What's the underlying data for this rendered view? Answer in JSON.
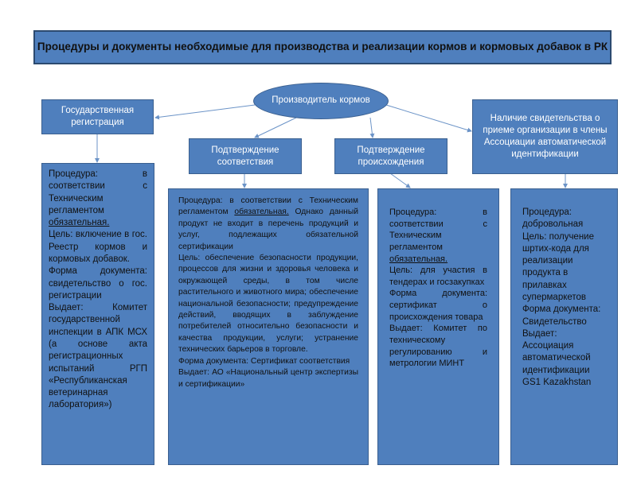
{
  "title": "Процедуры и документы необходимые для производства и реализации кормов и кормовых добавок в РК",
  "producer": "Производитель кормов",
  "nodes": {
    "state_registration": "Государственная регистрация",
    "conformity": "Подтверждение соответствия",
    "origin": "Подтверждение происхождения",
    "association": "Наличие свидетельства о приеме организации в члены Ассоциации автоматической идентификации"
  },
  "col1": {
    "proc_prefix": "Процедура: в соответствии с Техническим регламентом ",
    "proc_u": "обязательная.",
    "goal": " Цель: включение в гос. Реестр кормов и кормовых добавок.",
    "form": "Форма документа: свидетельство о гос. регистрации",
    "issuer": "Выдает: Комитет государственной инспекции в АПК МСХ (а основе акта регистрационных испытаний РГП «Республиканская ветеринарная лаборатория»)"
  },
  "col2": {
    "proc_prefix": "Процедура: в соответствии с Техническим регламентом ",
    "proc_u": "обязательная.",
    "proc_rest": " Однако данный продукт не входит в перечень продукций и услуг, подлежащих обязательной сертификации",
    "goal": " Цель: обеспечение безопасности продукции, процессов для жизни и здоровья человека и окружающей среды, в том числе растительного и животного мира; обеспечение национальной безопасности; предупреждение действий, вводящих в заблуждение потребителей относительно безопасности и качества продукции, услуги; устранение технических барьеров в торговле.",
    "form": "Форма документа: Сертификат соответствия",
    "issuer": "Выдает: АО «Национальный центр экспертизы и сертификации»"
  },
  "col3": {
    "proc_prefix": "Процедура: в соответствии с Техническим регламентом ",
    "proc_u": "обязательная.",
    "goal": " Цель: для участия в тендерах и госзакупках",
    "form": "Форма документа: сертификат о происхождения товара",
    "issuer": "Выдает: Комитет по техническому регулированию и метрологии МИНТ"
  },
  "col4": {
    "proc": "Процедура: добровольная",
    "goal": "Цель: получение шртих-кода для реализации продукта в прилавках супермаркетов",
    "form": "Форма документа: Свидетельство",
    "issuer": "Выдает: Ассоциация автоматической идентификации GS1 Kazakhstan"
  }
}
